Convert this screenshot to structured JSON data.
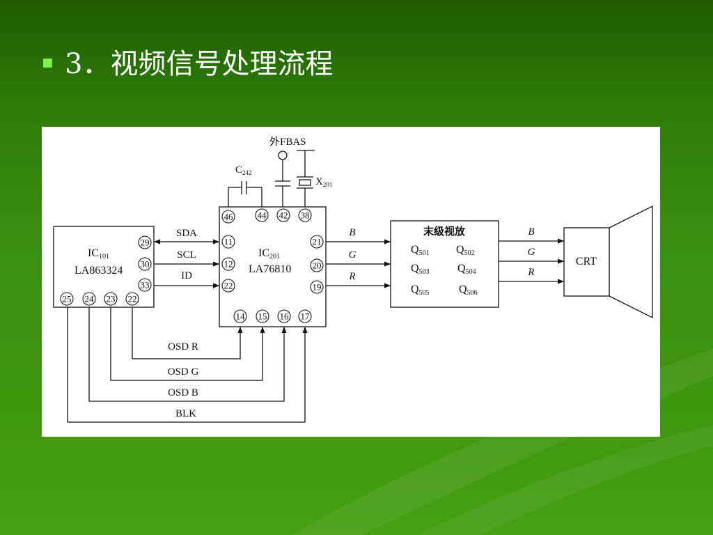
{
  "slide": {
    "title": "3．视频信号处理流程",
    "bullet_icon": "square-bullet",
    "bullet_color": "#7ff04a"
  },
  "diagram": {
    "ic101": {
      "name": "IC",
      "sub": "101",
      "part": "LA863324",
      "pins_right": [
        "29",
        "30",
        "33"
      ],
      "pins_bottom": [
        "25",
        "24",
        "23",
        "22"
      ]
    },
    "ic201": {
      "name": "IC",
      "sub": "201",
      "part": "LA76810",
      "pins_top": [
        "46",
        "44",
        "42",
        "38"
      ],
      "pins_left": [
        "11",
        "12",
        "22"
      ],
      "pins_right": [
        "21",
        "20",
        "19"
      ],
      "pins_bottom": [
        "14",
        "15",
        "16",
        "17"
      ]
    },
    "bus": [
      "SDA",
      "SCL",
      "ID"
    ],
    "osd": [
      "OSD R",
      "OSD G",
      "OSD B",
      "BLK"
    ],
    "rgb": [
      "B",
      "G",
      "R"
    ],
    "cap": {
      "name": "C",
      "sub": "242"
    },
    "ext_input": "外FBAS",
    "crystal": {
      "name": "X",
      "sub": "201"
    },
    "final_stage": {
      "title": "末级视放",
      "transistors": [
        {
          "name": "Q",
          "sub": "501"
        },
        {
          "name": "Q",
          "sub": "502"
        },
        {
          "name": "Q",
          "sub": "503"
        },
        {
          "name": "Q",
          "sub": "504"
        },
        {
          "name": "Q",
          "sub": "505"
        },
        {
          "name": "Q",
          "sub": "506"
        }
      ]
    },
    "crt": "CRT"
  }
}
